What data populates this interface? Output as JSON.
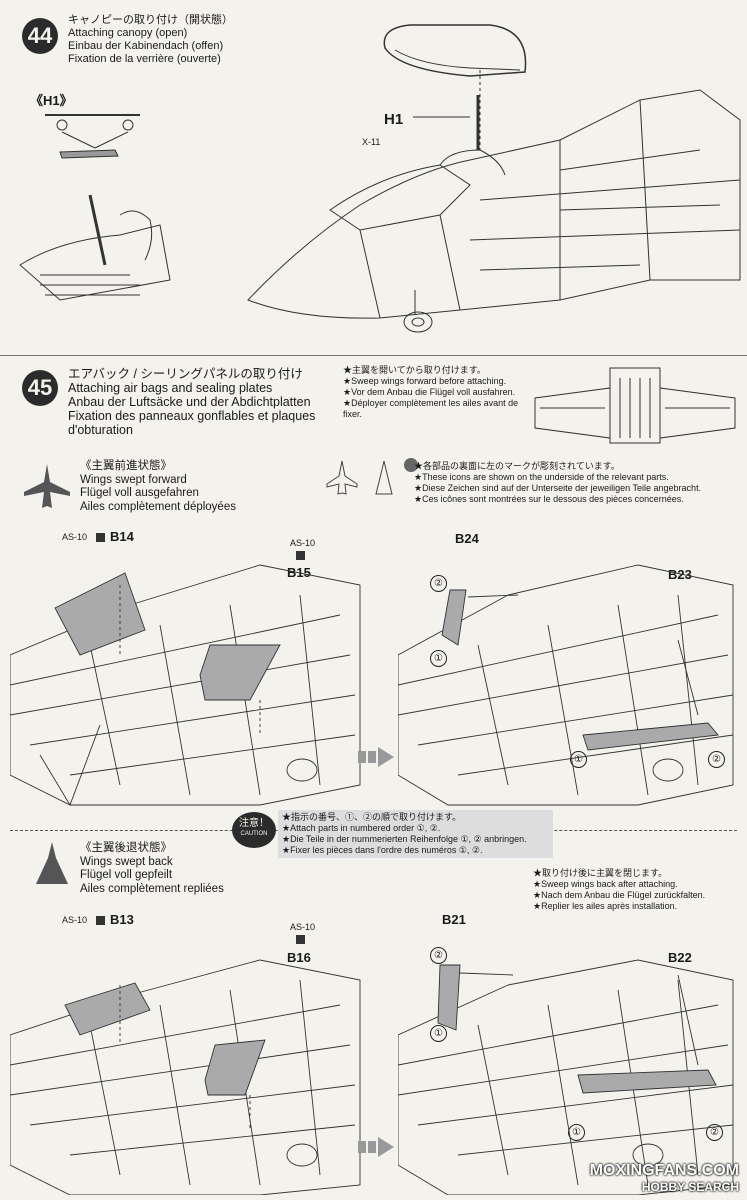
{
  "step44": {
    "number": "44",
    "title_jp": "キャノピーの取り付け（開状態）",
    "title_en": "Attaching canopy (open)",
    "title_de": "Einbau der Kabinendach (offen)",
    "title_fr": "Fixation de la verrière (ouverte)",
    "detail_label": "《H1》",
    "part_label": "H1",
    "screw_label": "X-11"
  },
  "step45": {
    "number": "45",
    "title_jp": "エアバック / シーリングパネルの取り付け",
    "title_en": "Attaching air bags and sealing plates",
    "title_de": "Anbau der Luftsäcke und der Abdichtplatten",
    "title_fr": "Fixation des panneaux gonflables et plaques d'obturation",
    "note_top": [
      "★主翼を開いてから取り付けます。",
      "★Sweep wings forward before attaching.",
      "★Vor dem Anbau die Flügel voll ausfahren.",
      "★Déployer complètement les ailes avant de fixer."
    ],
    "marks_note": [
      "★各部品の裏面に左のマークが彫刻されています。",
      "★These icons are shown on the underside of the relevant parts.",
      "★Diese Zeichen sind auf der Unterseite der jeweiligen Teile angebracht.",
      "★Ces icônes sont montrées sur le dessous des pièces concernées."
    ],
    "forward": {
      "label_jp": "《主翼前進状態》",
      "label_en": "Wings swept forward",
      "label_de": "Flügel voll ausgefahren",
      "label_fr": "Ailes complètement déployées",
      "parts": {
        "b14": "B14",
        "b15": "B15",
        "b24": "B24",
        "b23": "B23",
        "as10a": "AS-10",
        "as10b": "AS-10"
      }
    },
    "caution": {
      "badge_jp": "注意！",
      "badge_en": "CAUTION",
      "lines": [
        "★指示の番号、①、②の順で取り付けます。",
        "★Attach parts in numbered order ①, ②.",
        "★Die Teile in der nummerierten Reihenfolge ①, ② anbringen.",
        "★Fixer les pièces dans l'ordre des numéros ①, ②."
      ]
    },
    "back": {
      "label_jp": "《主翼後退状態》",
      "label_en": "Wings swept back",
      "label_de": "Flügel voll gepfeilt",
      "label_fr": "Ailes complètement repliées",
      "note": [
        "★取り付け後に主翼を閉じます。",
        "★Sweep wings back after attaching.",
        "★Nach dem Anbau die Flügel zurückfalten.",
        "★Replier les ailes après installation."
      ],
      "parts": {
        "b13": "B13",
        "b16": "B16",
        "b21": "B21",
        "b22": "B22",
        "as10a": "AS-10",
        "as10b": "AS-10"
      }
    },
    "order": {
      "one": "①",
      "two": "②"
    }
  },
  "watermark": {
    "line1": "MOXINGFANS.COM",
    "line2": "HOBBY SEARCH"
  }
}
